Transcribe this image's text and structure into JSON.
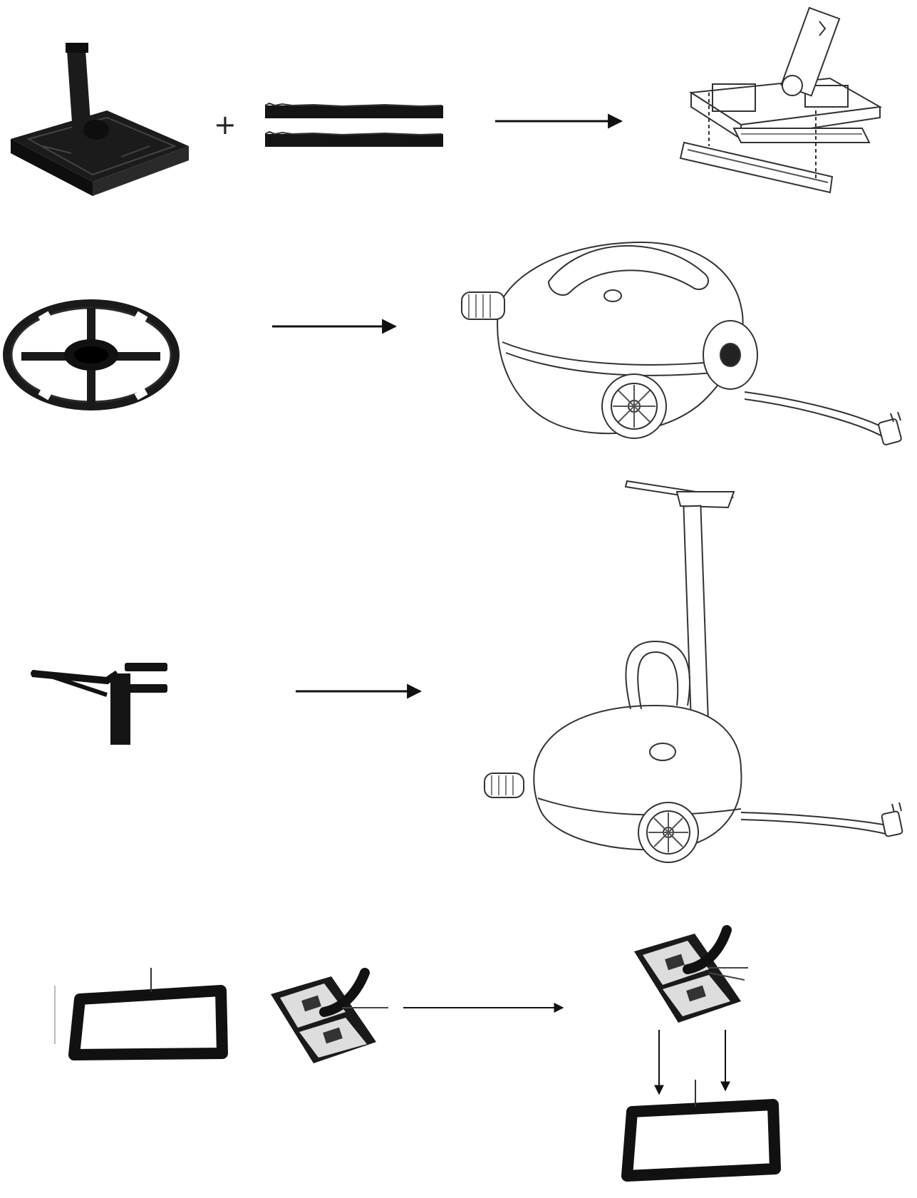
{
  "diagram": {
    "background": "#ffffff",
    "ink_color": "#1a1a1a",
    "line_art_color": "#333333",
    "rows": [
      {
        "name": "floor-brush-assembly",
        "parts": [
          "floor-brush-icon",
          "bristle-strips-icon"
        ],
        "operator": "+",
        "result": "assembled-floor-brush-icon"
      },
      {
        "name": "filter-holder-installation",
        "parts": [
          "filter-holder-icon"
        ],
        "result": "steam-cleaner-with-filter-icon"
      },
      {
        "name": "hose-holder-installation",
        "parts": [
          "hose-holder-icon"
        ],
        "result": "steam-cleaner-with-hose-holder-icon"
      },
      {
        "name": "cloth-frame-attachment",
        "parts": [
          "cloth-frame-icon",
          "floor-brush-with-cloth-icon"
        ],
        "result": "brush-on-frame-icon"
      }
    ]
  }
}
